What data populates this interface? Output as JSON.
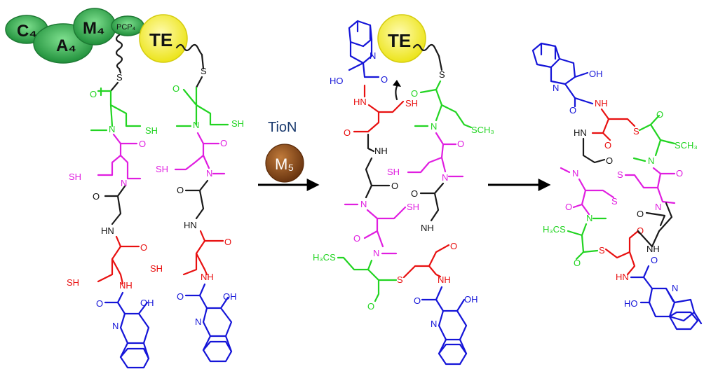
{
  "colors": {
    "green": "#22d422",
    "magenta": "#e01ee0",
    "black": "#111111",
    "red": "#e81010",
    "blue": "#1515d8",
    "module_green": "#2fa84c",
    "te_yellow": "#f6ee20",
    "m5_brown": "#8a4a17"
  },
  "modules": {
    "c4": "C₄",
    "a4": "A₄",
    "m4": "M₄",
    "pcp4": "PCP₄",
    "te": "TE"
  },
  "enzyme": {
    "name": "TioN",
    "m5": "M₅"
  },
  "atoms": {
    "s": "S",
    "sh": "SH",
    "o": "O",
    "n": "N",
    "nh": "NH",
    "hn": "HN",
    "oh": "OH",
    "ho": "HO",
    "sch3": "SCH₃",
    "h3cs": "H₃CS"
  }
}
